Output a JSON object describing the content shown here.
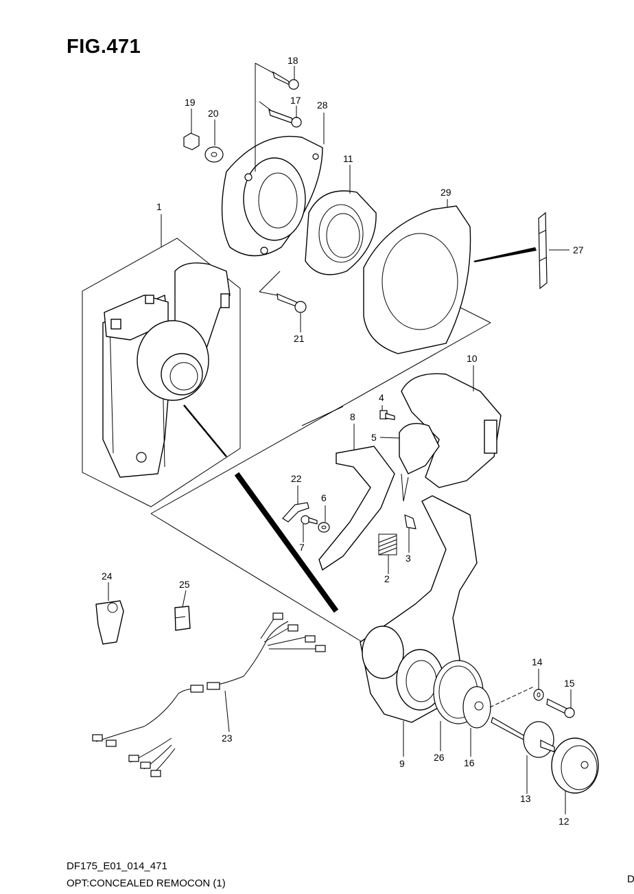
{
  "figure": {
    "title": "FIG.471",
    "code": "DF175_E01_014_471",
    "description": "OPT:CONCEALED REMOCON (1)",
    "edge_mark": "D"
  },
  "callouts": [
    {
      "id": "1",
      "label": "1"
    },
    {
      "id": "2",
      "label": "2"
    },
    {
      "id": "3",
      "label": "3"
    },
    {
      "id": "4",
      "label": "4"
    },
    {
      "id": "5",
      "label": "5"
    },
    {
      "id": "6",
      "label": "6"
    },
    {
      "id": "7",
      "label": "7"
    },
    {
      "id": "8",
      "label": "8"
    },
    {
      "id": "9",
      "label": "9"
    },
    {
      "id": "10",
      "label": "10"
    },
    {
      "id": "11",
      "label": "11"
    },
    {
      "id": "12",
      "label": "12"
    },
    {
      "id": "13",
      "label": "13"
    },
    {
      "id": "14",
      "label": "14"
    },
    {
      "id": "15",
      "label": "15"
    },
    {
      "id": "16",
      "label": "16"
    },
    {
      "id": "17",
      "label": "17"
    },
    {
      "id": "18",
      "label": "18"
    },
    {
      "id": "19",
      "label": "19"
    },
    {
      "id": "20",
      "label": "20"
    },
    {
      "id": "21",
      "label": "21"
    },
    {
      "id": "22",
      "label": "22"
    },
    {
      "id": "23",
      "label": "23"
    },
    {
      "id": "24",
      "label": "24"
    },
    {
      "id": "25",
      "label": "25"
    },
    {
      "id": "26",
      "label": "26"
    },
    {
      "id": "27",
      "label": "27"
    },
    {
      "id": "28",
      "label": "28"
    },
    {
      "id": "29",
      "label": "29"
    }
  ]
}
